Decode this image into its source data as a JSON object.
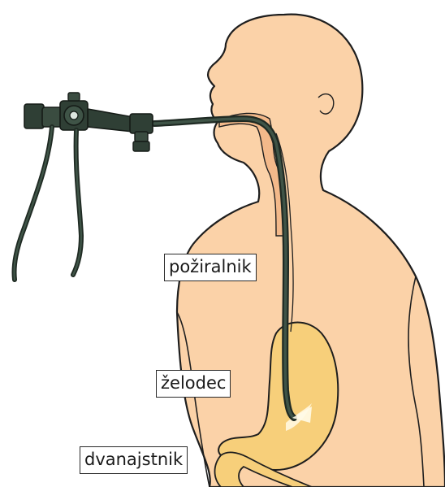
{
  "labels": {
    "esophagus": "požiralnik",
    "stomach": "želodec",
    "duodenum": "dvanajstnik"
  },
  "colors": {
    "skin": "#fbd2a8",
    "outline": "#1e1e1e",
    "stomach": "#f7cf7a",
    "scope": "#2f3f35",
    "scope_dark": "#1f2a23"
  },
  "icons": {
    "endoscope": "endoscope-icon",
    "human_body": "human-body-icon"
  }
}
